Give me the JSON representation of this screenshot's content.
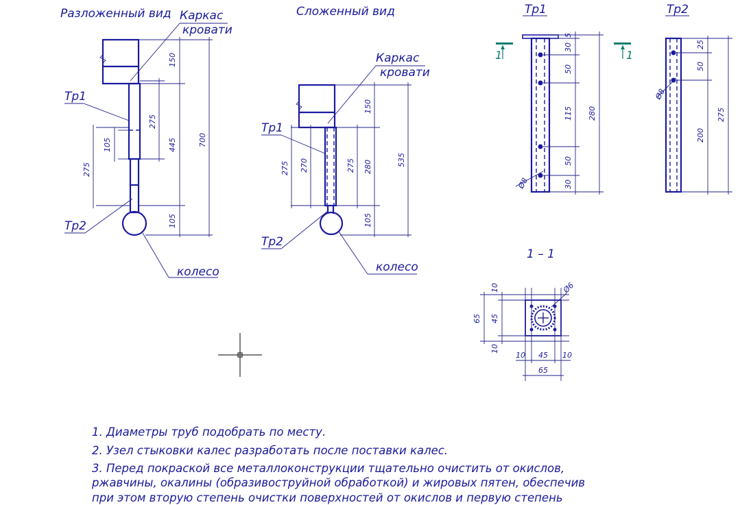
{
  "colors": {
    "ink": "#1a1aa0",
    "section_marker": "#0a7c6c",
    "background": "#ffffff"
  },
  "views": {
    "exploded": {
      "title": "Разложенный вид",
      "frame_label_1": "Каркас",
      "frame_label_2": "кровати",
      "tr1": "Тр1",
      "tr2": "Тр2",
      "wheel": "колесо",
      "dims": {
        "d150": "150",
        "d275a": "275",
        "d445": "445",
        "d700": "700",
        "d105a": "105",
        "d275b": "275",
        "d105b": "105"
      }
    },
    "assembled": {
      "title": "Сложенный вид",
      "frame_label_1": "Каркас",
      "frame_label_2": "кровати",
      "tr1": "Тр1",
      "tr2": "Тр2",
      "wheel": "колесо",
      "dims": {
        "d150": "150",
        "d275a": "275",
        "d270": "270",
        "d275b": "275",
        "d280": "280",
        "d535": "535",
        "d105": "105"
      }
    },
    "tr1": {
      "title": "Тр1",
      "section_mark": "1",
      "dims": {
        "d5": "5",
        "d30a": "30",
        "d50a": "50",
        "d115": "115",
        "d50b": "50",
        "d30b": "30",
        "d280": "280",
        "dia": "Ø8"
      }
    },
    "tr2": {
      "title": "Тр2",
      "section_mark": "1",
      "dims": {
        "d25": "25",
        "d50": "50",
        "d200": "200",
        "d275": "275",
        "dia": "Ø8"
      }
    },
    "section": {
      "title": "1 – 1",
      "dims": {
        "h10a": "10",
        "h45": "45",
        "h65": "65",
        "h10b": "10",
        "w10a": "10",
        "w45": "45",
        "w10b": "10",
        "w65": "65",
        "dia": "Ø6"
      }
    }
  },
  "notes": [
    "1. Диаметры труб подобрать по месту.",
    "2. Узел стыковки калес разработать после поставки калес.",
    "3. Перед покраской все металлоконструкции тщательно очистить от окислов,",
    "ржавчины, окалины (образивоструйной обработкой) и жировых пятен, обеспечив",
    "при этом вторую степень очистки поверхностей от окислов и первую степень"
  ]
}
